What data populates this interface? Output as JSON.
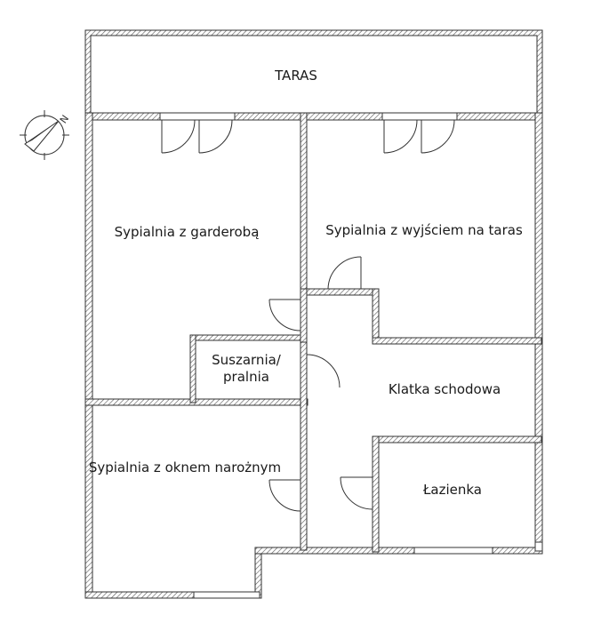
{
  "rooms": {
    "terrace": "TARAS",
    "bedroom_wardrobe": "Sypialnia z garderobą",
    "bedroom_terrace_exit": "Sypialnia z wyjściem na taras",
    "drying_room_line1": "Suszarnia/",
    "drying_room_line2": "pralnia",
    "staircase": "Klatka schodowa",
    "bedroom_corner_window": "Sypialnia z oknem narożnym",
    "bathroom": "Łazienka"
  },
  "compass": {
    "north_label": "N"
  }
}
